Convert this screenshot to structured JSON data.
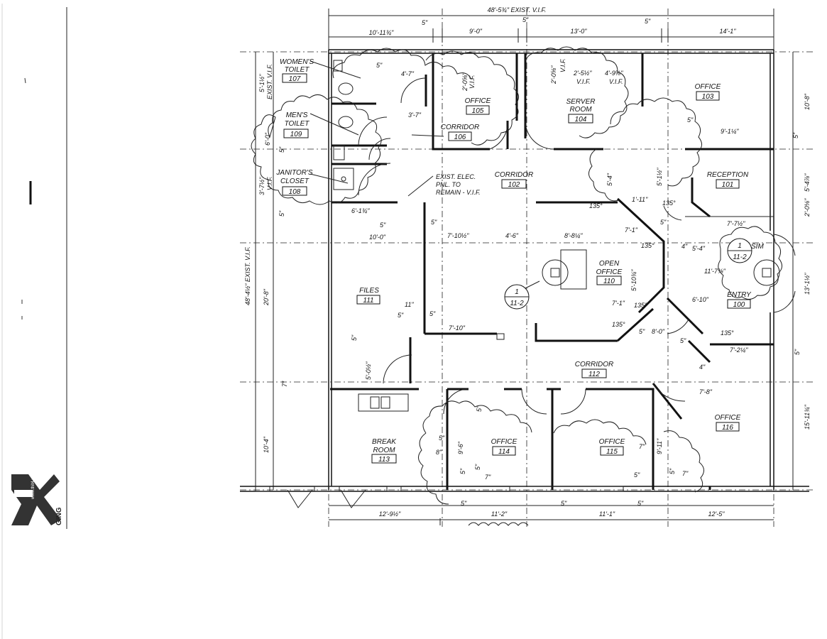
{
  "rooms": {
    "r107": {
      "name1": "WOMEN'S",
      "name2": "TOILET",
      "num": "107"
    },
    "r109": {
      "name1": "MEN'S",
      "name2": "TOILET",
      "num": "109"
    },
    "r108": {
      "name1": "JANITOR'S",
      "name2": "CLOSET",
      "num": "108"
    },
    "r105": {
      "name1": "OFFICE",
      "num": "105"
    },
    "r106": {
      "name1": "CORRIDOR",
      "num": "106"
    },
    "r104": {
      "name1": "SERVER",
      "name2": "ROOM",
      "num": "104"
    },
    "r103": {
      "name1": "OFFICE",
      "num": "103"
    },
    "r102": {
      "name1": "CORRIDOR",
      "num": "102"
    },
    "r101": {
      "name1": "RECEPTION",
      "num": "101"
    },
    "r110": {
      "name1": "OPEN",
      "name2": "OFFICE",
      "num": "110"
    },
    "r111": {
      "name1": "FILES",
      "num": "111"
    },
    "r100": {
      "name1": "ENTRY",
      "num": "100"
    },
    "r112": {
      "name1": "CORRIDOR",
      "num": "112"
    },
    "r116": {
      "name1": "OFFICE",
      "num": "116"
    },
    "r113": {
      "name1": "BREAK",
      "name2": "ROOM",
      "num": "113"
    },
    "r114": {
      "name1": "OFFICE",
      "num": "114"
    },
    "r115": {
      "name1": "OFFICE",
      "num": "115"
    }
  },
  "notes": {
    "elec1": "EXIST. ELEC.",
    "elec2": "PNL. TO",
    "elec3": "REMAIN - V.I.F.",
    "sim": "SIM"
  },
  "sections": {
    "s1_top": "1",
    "s1_bot": "11-2",
    "s2_top": "1",
    "s2_bot": "11-2"
  },
  "dims": {
    "overall_top": "48'-5¾\" EXIST. V.I.F.",
    "top1": "10'-11¾\"",
    "top2": "9'-0\"",
    "top3": "13'-0\"",
    "top4": "14'-1\"",
    "t5a": "5\"",
    "t5b": "5\"",
    "t5c": "5\"",
    "d5_107": "5\"",
    "d4_7": "4'-7\"",
    "d2_0_105": "2'-0⅝\"",
    "vif_105": "V.I.F.",
    "d2_0_104": "2'-0⅝\"",
    "vif_104a": "V.I.F.",
    "d2_5": "2'-5½\"",
    "vif_104b": "V.I.F.",
    "d4_9": "4'-9⅝\"",
    "vif_104c": "V.I.F.",
    "d3_7": "3'-7\"",
    "d5_103": "5\"",
    "d9_1": "9'-1¼\"",
    "d10_8": "10'-8\"",
    "d5_r1": "5\"",
    "d5_4": "5'-4\"",
    "d5_1": "5'-1½\"",
    "d5_4b": "5'-4⅞\"",
    "d1_11": "1'-11\"",
    "d135a": "135°",
    "d135b": "135°",
    "d135c": "135°",
    "d135d": "135°",
    "d135e": "135°",
    "d135f": "135°",
    "d5_a": "5\"",
    "d2_0": "2'-0⅛\"",
    "d7_7": "7'-7½\"",
    "d7_1": "7'-1\"",
    "d4_": "4\"",
    "d5_4c": "5'-4\"",
    "d11_7": "11'-7⅜\"",
    "d13_1": "13'-1½\"",
    "d5_10": "5'-10¾\"",
    "d7_1b": "7'-1\"",
    "d6_10": "6'-10\"",
    "d5_b": "5\"",
    "d8_0": "8'-0\"",
    "d5_c": "5\"",
    "d7_2": "7'-2¼\"",
    "d5_r2": "5\"",
    "d4b": "4\"",
    "d7_8": "7'-8\"",
    "d15_11": "15'-11¾\"",
    "d6_1": "6'-1¾\"",
    "d10_0": "10'-0\"",
    "d5_d": "5\"",
    "d5_e": "5\"",
    "d7_10a": "7'-10½\"",
    "d4_6": "4'-6\"",
    "d8_8": "8'-8¼\"",
    "d11": "11\"",
    "d5_f": "5\"",
    "d5_g": "5\"",
    "d7_10b": "7'-10\"",
    "d5_h": "5\"",
    "d5_0": "5'-0½\"",
    "d5_i": "5\"",
    "left_overall": "48'-4½\" EXIST. V.I.F.",
    "left_5_1": "5'-1½\"",
    "left_exist": "EXIST. V.I.F.",
    "left_6_0": "6'-0\"",
    "left_5a": "5\"",
    "left_3_7": "3'-7½\"",
    "left_vif": "V.I.F.",
    "left_5b": "5\"",
    "left_20_8": "20'-8\"",
    "left_7": "7\"",
    "left_10_4": "10'-4\"",
    "d5_j": "5\"",
    "d8": "8\"",
    "d9_6": "9'-6\"",
    "d5_k": "5\"",
    "d5_l": "5\"",
    "d7_a": "7\"",
    "d7_b": "7\"",
    "d5_m": "5\"",
    "d9_11": "9'-11\"",
    "d7_c": "7\"",
    "d5_n": "5\"",
    "bot1": "12'-9½\"",
    "bot5a": "5\"",
    "bot2": "11'-2\"",
    "bot5b": "5\"",
    "bot3": "11'-1\"",
    "bot5c": "5\"",
    "bot4": "12'-5\""
  },
  "logo": {
    "text": "GING",
    "url": "www.thit4.net"
  }
}
